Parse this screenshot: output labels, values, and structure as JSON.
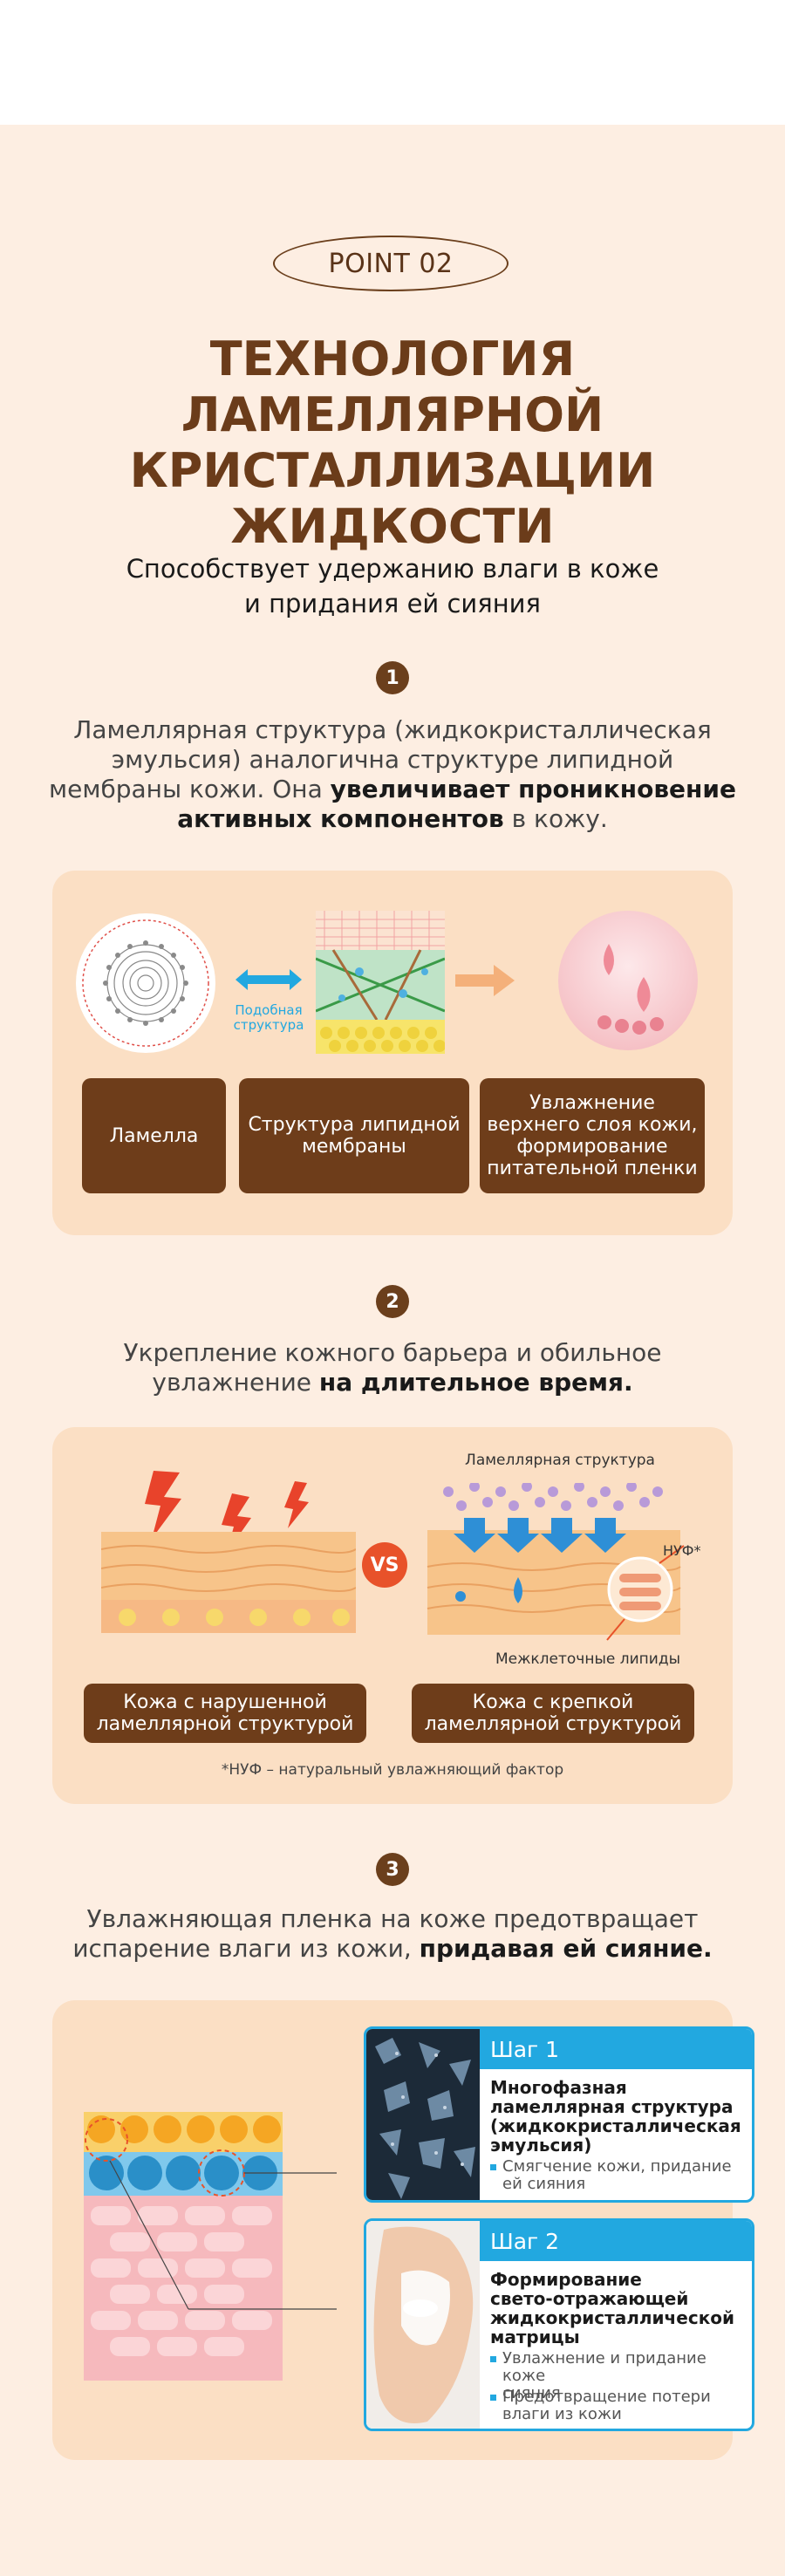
{
  "header": {
    "point_label": "POINT 02",
    "title_lines": [
      "ТЕХНОЛОГИЯ",
      "ЛАМЕЛЛЯРНОЙ",
      "КРИСТАЛЛИЗАЦИИ",
      "ЖИДКОСТИ"
    ],
    "subtitle_lines": [
      "Способствует удержанию влаги в коже",
      "и придания ей сияния"
    ]
  },
  "section1": {
    "number": "1",
    "line1": "Ламеллярная структура (жидкокристаллическая",
    "line2": "эмульсия) аналогична структуре липидной",
    "line3_plain": "мембраны кожи. Она ",
    "line3_bold": "увеличивает проникновение",
    "line4_bold": "активных компонентов",
    "line4_plain": " в кожу.",
    "similar_label": "Подобная\nструктура",
    "boxes": [
      "Ламелла",
      "Структура липидной\nмембраны",
      "Увлажнение\nверхнего слоя кожи,\nформирование\nпитательной пленки"
    ]
  },
  "section2": {
    "number": "2",
    "line1": "Укрепление кожного барьера и обильное",
    "line2_plain": "увлажнение ",
    "line2_bold": "на длительное время.",
    "lamellar_label": "Ламеллярная структура",
    "vs": "VS",
    "nmf_label": "НУФ*",
    "lipids_label": "Межклеточные липиды",
    "box_left": "Кожа с нарушенной\nламеллярной структурой",
    "box_right": "Кожа с крепкой\nламеллярной структурой",
    "footnote": "*НУФ – натуральный увлажняющий фактор"
  },
  "section3": {
    "number": "3",
    "line1": "Увлажняющая пленка на коже предотвращает",
    "line2_plain": "испарение влаги из кожи, ",
    "line2_bold": "придавая ей сияние.",
    "step1": {
      "head": "Шаг 1",
      "title": "Многофазная\nламеллярная структура\n(жидкокристаллическая\nэмульсия)",
      "bullets": [
        "Смягчение кожи, придание\nей сияния"
      ]
    },
    "step2": {
      "head": "Шаг 2",
      "title": "Формирование\nсвето-отражающей\nжидкокристаллической\nматрицы",
      "bullets": [
        "Увлажнение и придание коже\nсияния",
        "Предотвращение потери\nвлаги из кожи"
      ]
    }
  },
  "colors": {
    "page_bg": "#fdeee2",
    "panel_bg": "#fbdfc4",
    "brown": "#6e3d1a",
    "title_brown": "#6b3c1a",
    "accent_blue": "#22a8e0",
    "vs_red": "#e8522a"
  }
}
